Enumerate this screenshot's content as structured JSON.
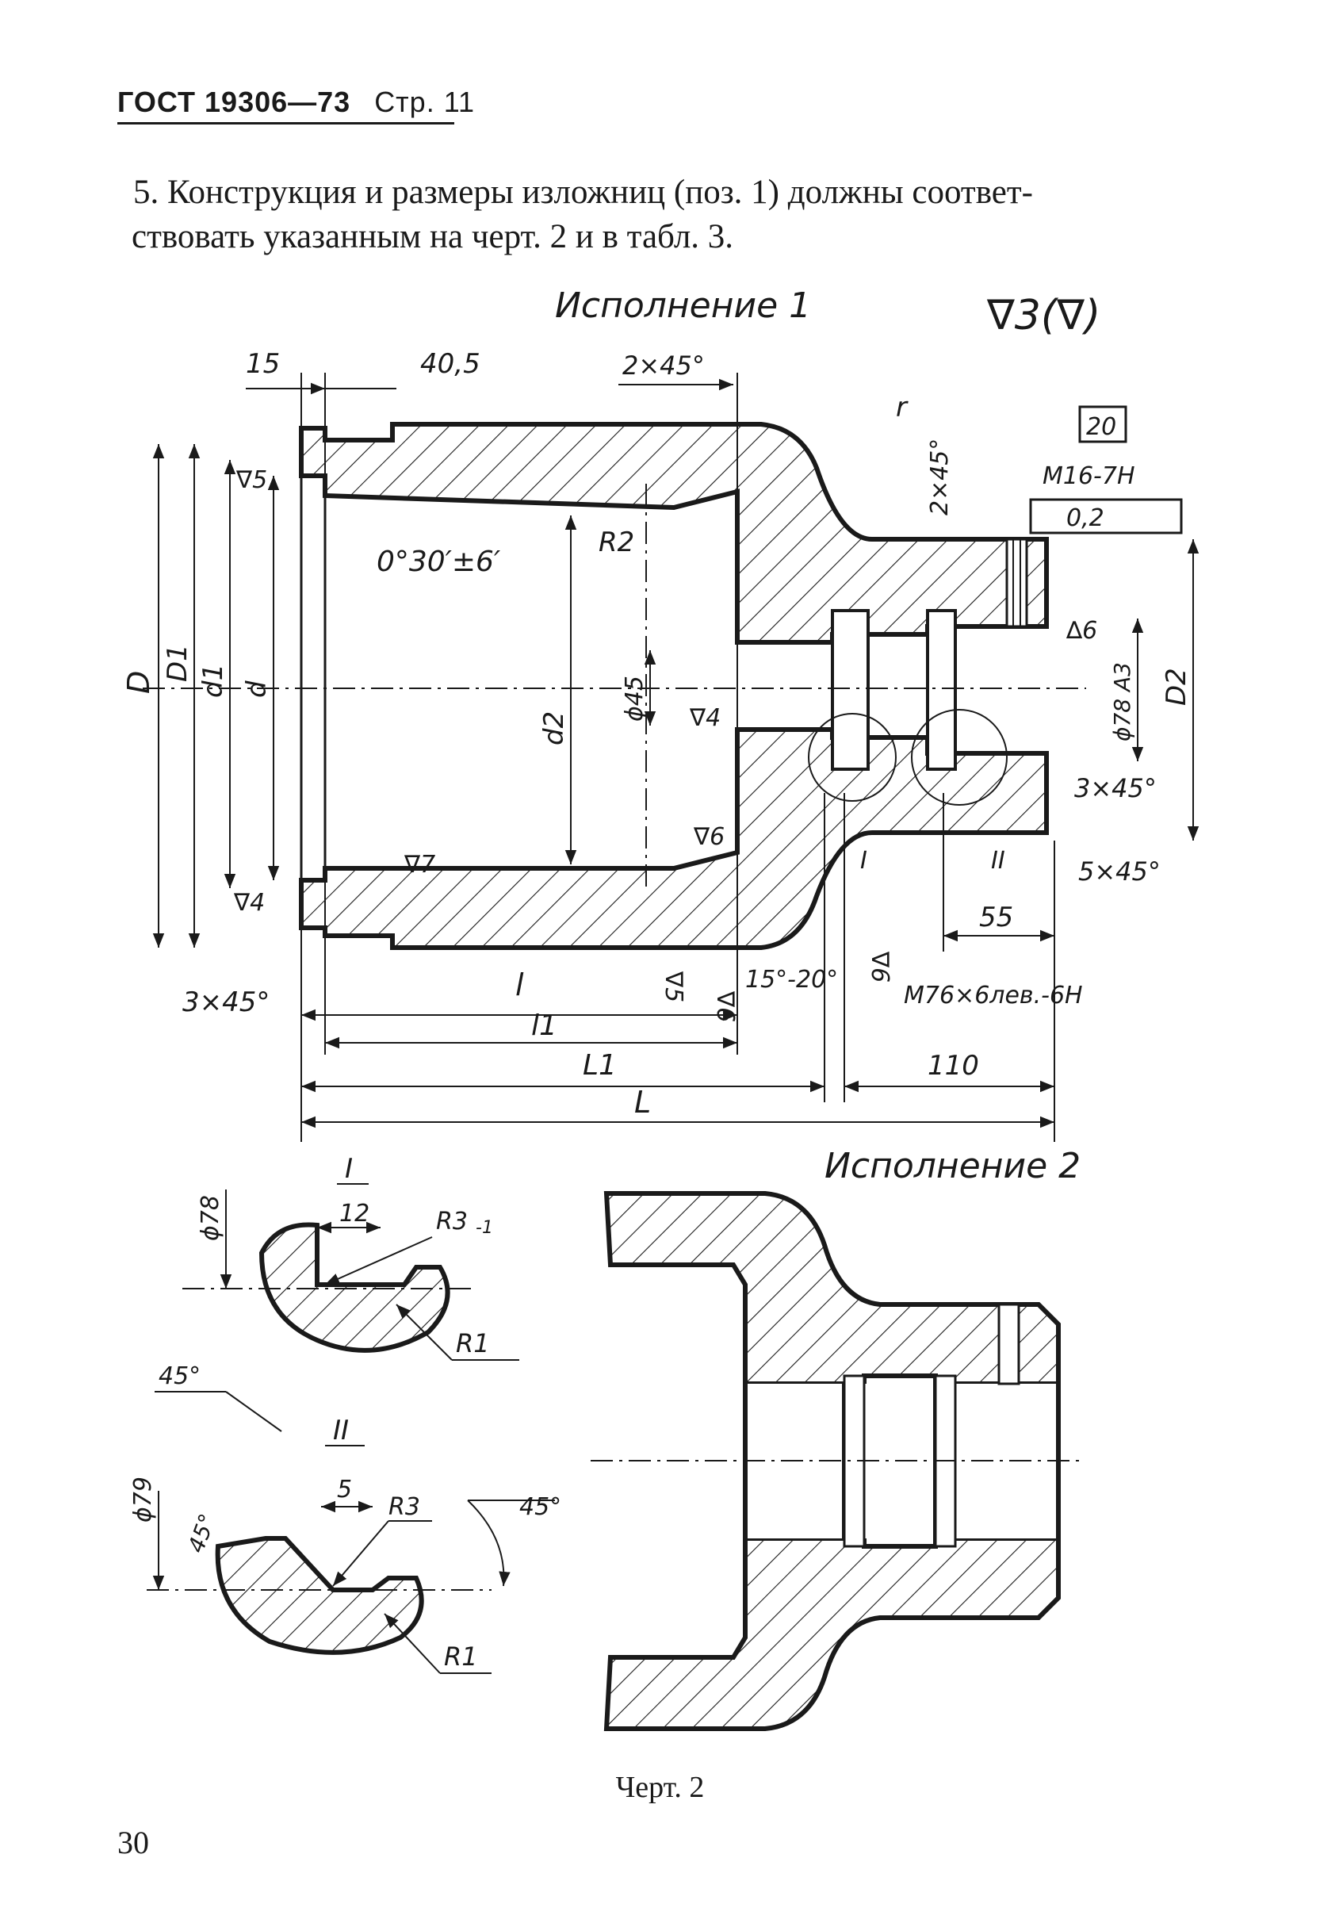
{
  "header": {
    "standard": "ГОСТ 19306—73",
    "page": "Стр. 11"
  },
  "paragraph": {
    "line1": "5. Конструкция и размеры изложниц (поз. 1) должны соответ-",
    "line2": "ствовать указанным на черт. 2 и в табл. 3."
  },
  "drawing": {
    "view1_title": "Исполнение 1",
    "view2_title": "Исполнение 2",
    "roughness_general": "∇3(∇)",
    "dims": {
      "d15": "15",
      "d40_5": "40,5",
      "ch2x45": "2×45°",
      "r": "r",
      "box20": "20",
      "m16": "M16-7H",
      "tol": "0,2",
      "ch2x45v": "2×45°",
      "angle": "0°30′±6′",
      "r2": "R2",
      "d_D": "D",
      "d_D1": "D1",
      "d_d1": "d1",
      "d_d": "d",
      "d_d2": "d2",
      "phi45": "ϕ45",
      "phi78": "ϕ78 A3",
      "d_D2": "D2",
      "tri6a": "∆6",
      "tri5": "∇5",
      "tri4a": "∇4",
      "tri4b": "∇4",
      "tri7": "∇7",
      "tri6b": "∇6",
      "tri5b": "∇5",
      "tri6c": "∇6",
      "tri6d": "∇6",
      "ch3x45r": "3×45°",
      "ch5x45": "5×45°",
      "d55": "55",
      "ch3x45l": "3×45°",
      "d_l": "l",
      "d_l1": "l1",
      "d_L1": "L1",
      "d_L": "L",
      "d110": "110",
      "ang15": "15°-20°",
      "m76": "M76×6лев.-6Н",
      "det1": "I",
      "det2": "II"
    },
    "detail1": {
      "title": "I",
      "phi": "ϕ78",
      "w": "12",
      "r3": "R3",
      "r3n": "-1",
      "r1": "R1",
      "ang": "45°"
    },
    "detail2": {
      "title": "II",
      "phi": "ϕ79",
      "w": "5",
      "r3": "R3",
      "ang_l": "45°",
      "ang_r": "45°",
      "r1": "R1"
    }
  },
  "caption": "Черт. 2",
  "page_number": "30"
}
